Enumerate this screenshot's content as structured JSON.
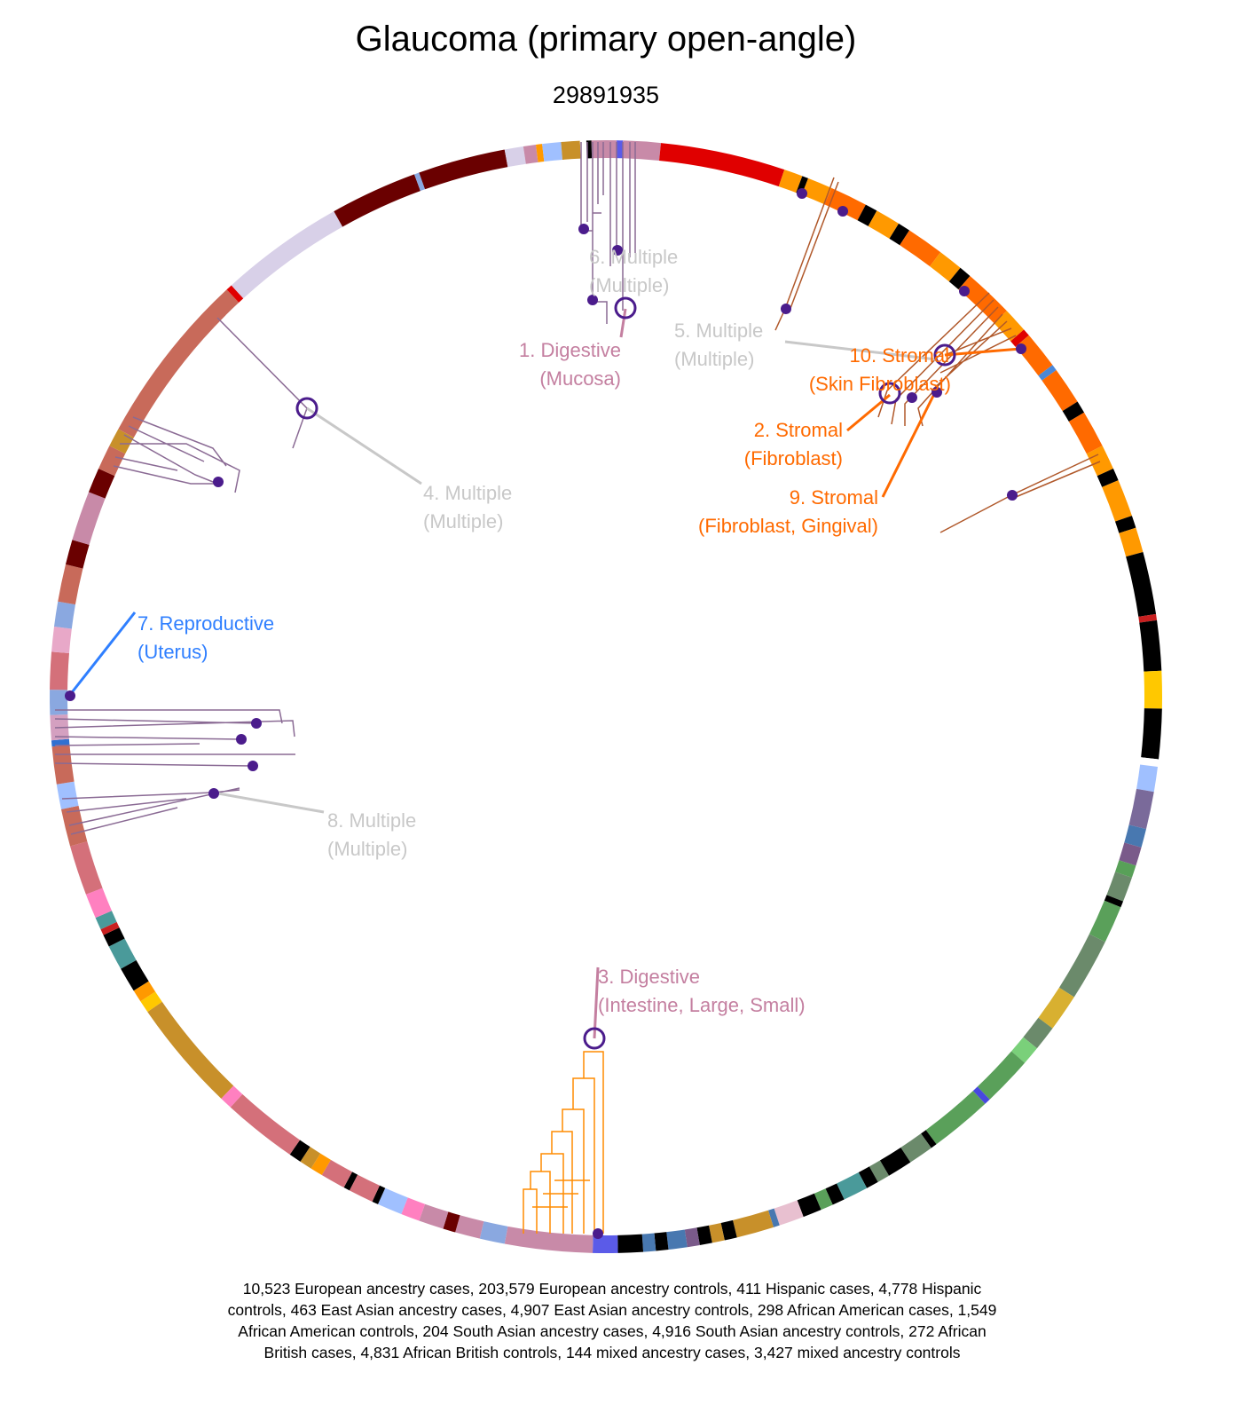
{
  "title": "Glaucoma (primary open-angle)",
  "subtitle": "29891935",
  "footer": "10,523 European ancestry cases, 203,579 European ancestry controls, 411 Hispanic cases, 4,778 Hispanic controls, 463 East Asian ancestry cases, 4,907 East Asian ancestry controls, 298 African American cases, 1,549 African American controls, 204 South Asian ancestry cases, 4,916 South Asian ancestry controls, 272 African British cases, 4,831 African British controls, 144 mixed ancestry cases, 3,427 mixed ancestry controls",
  "colors": {
    "dendro_purple": "#8a6a94",
    "dendro_orange": "#ff8c00",
    "dendro_brown": "#b0582a",
    "node": "#4b1c8c",
    "label_gray": "#c8c8c8",
    "digestive": "#c47fa0",
    "stromal": "#ff6a00",
    "reproductive": "#2f7fff"
  },
  "clusters": [
    {
      "line1": "1. Digestive",
      "line2": "(Mucosa)",
      "color": "#c47fa0"
    },
    {
      "line1": "2. Stromal",
      "line2": "(Fibroblast)",
      "color": "#ff6a00"
    },
    {
      "line1": "3. Digestive",
      "line2": "(Intestine, Large, Small)",
      "color": "#c47fa0"
    },
    {
      "line1": "4. Multiple",
      "line2": "(Multiple)",
      "color": "#c8c8c8"
    },
    {
      "line1": "5. Multiple",
      "line2": "(Multiple)",
      "color": "#c8c8c8"
    },
    {
      "line1": "6. Multiple",
      "line2": "(Multiple)",
      "color": "#c8c8c8"
    },
    {
      "line1": "7. Reproductive",
      "line2": "(Uterus)",
      "color": "#2f7fff"
    },
    {
      "line1": "8. Multiple",
      "line2": "(Multiple)",
      "color": "#c8c8c8"
    },
    {
      "line1": "9. Stromal",
      "line2": "(Fibroblast, Gingival)",
      "color": "#ff6a00"
    },
    {
      "line1": "10. Stromal",
      "line2": "(Skin Fibroblast)",
      "color": "#ff6a00"
    }
  ],
  "ring": [
    [
      "#c88aa8",
      2
    ],
    [
      "#5b5be8",
      0.5
    ],
    [
      "#c88aa8",
      3
    ],
    [
      "#e00000",
      10
    ],
    [
      "#ff9900",
      1.5
    ],
    [
      "#000000",
      0.5
    ],
    [
      "#ff9900",
      2
    ],
    [
      "#ff6a00",
      3
    ],
    [
      "#000000",
      1
    ],
    [
      "#ff9900",
      2
    ],
    [
      "#000000",
      1
    ],
    [
      "#ff6a00",
      3
    ],
    [
      "#ff9900",
      2
    ],
    [
      "#000000",
      1
    ],
    [
      "#ff6a00",
      4
    ],
    [
      "#ff9900",
      2
    ],
    [
      "#e00000",
      0.6
    ],
    [
      "#ff6a00",
      3
    ],
    [
      "#4b88d8",
      0.5
    ],
    [
      "#ff6a00",
      3
    ],
    [
      "#000000",
      1
    ],
    [
      "#ff6a00",
      3
    ],
    [
      "#ff9900",
      2
    ],
    [
      "#000000",
      1
    ],
    [
      "#ff9900",
      3
    ],
    [
      "#000000",
      1
    ],
    [
      "#ff9900",
      2
    ],
    [
      "#000000",
      5
    ],
    [
      "#c82020",
      0.5
    ],
    [
      "#000000",
      4
    ],
    [
      "#ffc800",
      3
    ],
    [
      "#000000",
      4
    ],
    [
      "#ffffff",
      0.6
    ],
    [
      "#a0c0ff",
      2
    ],
    [
      "#7a6a9a",
      3
    ],
    [
      "#4878b0",
      1.5
    ],
    [
      "#7a5a8a",
      1.5
    ],
    [
      "#58a058",
      1
    ],
    [
      "#6b8a6b",
      2
    ],
    [
      "#000000",
      0.5
    ],
    [
      "#5aa05a",
      3
    ],
    [
      "#6b8a6b",
      5
    ],
    [
      "#d8b030",
      3
    ],
    [
      "#6b8a6b",
      2
    ],
    [
      "#7ad07a",
      1.5
    ],
    [
      "#5aa05a",
      4
    ],
    [
      "#4848e0",
      0.5
    ],
    [
      "#5aa05a",
      5
    ],
    [
      "#000000",
      0.5
    ],
    [
      "#6b8a6b",
      2
    ],
    [
      "#000000",
      2
    ],
    [
      "#6b8a6b",
      1
    ],
    [
      "#000000",
      1
    ],
    [
      "#4a9a9a",
      2
    ],
    [
      "#000000",
      1
    ],
    [
      "#5aa05a",
      1
    ],
    [
      "#000000",
      1.5
    ],
    [
      "#e8c0d0",
      2
    ],
    [
      "#4878b0",
      0.5
    ],
    [
      "#c8902a",
      3
    ],
    [
      "#000000",
      1
    ],
    [
      "#c8902a",
      1
    ],
    [
      "#000000",
      1
    ],
    [
      "#7a5a8a",
      1
    ],
    [
      "#4878b0",
      1.5
    ],
    [
      "#000000",
      1
    ],
    [
      "#4878b0",
      1
    ],
    [
      "#000000",
      2
    ],
    [
      "#5b5be8",
      2
    ],
    [
      "#c88aa8",
      7
    ],
    [
      "#8aa8e0",
      2
    ],
    [
      "#c88aa8",
      2
    ],
    [
      "#6a0000",
      1
    ],
    [
      "#c88aa8",
      2
    ],
    [
      "#ff80c0",
      1.5
    ],
    [
      "#a0c0ff",
      2
    ],
    [
      "#000000",
      0.5
    ],
    [
      "#d4707a",
      2
    ],
    [
      "#000000",
      0.5
    ],
    [
      "#d4707a",
      2
    ],
    [
      "#ff9900",
      1
    ],
    [
      "#c8902a",
      1
    ],
    [
      "#000000",
      1
    ],
    [
      "#d4707a",
      6
    ],
    [
      "#ff80c0",
      1
    ],
    [
      "#c8902a",
      9
    ],
    [
      "#ffc800",
      1
    ],
    [
      "#ff9900",
      1
    ],
    [
      "#000000",
      2
    ],
    [
      "#4a9a9a",
      2
    ],
    [
      "#000000",
      1
    ],
    [
      "#c82020",
      0.5
    ],
    [
      "#4a9a9a",
      1
    ],
    [
      "#ff80c0",
      2
    ],
    [
      "#d4707a",
      4
    ],
    [
      "#c86a5a",
      3
    ],
    [
      "#a0c0ff",
      2
    ],
    [
      "#c86a5a",
      3
    ],
    [
      "#3070d0",
      0.5
    ],
    [
      "#d4a0c0",
      2
    ],
    [
      "#8aa8e0",
      2
    ],
    [
      "#d4707a",
      3
    ],
    [
      "#e8a8c8",
      2
    ],
    [
      "#8aa8e0",
      2
    ],
    [
      "#c86a5a",
      3
    ],
    [
      "#6a0000",
      2
    ],
    [
      "#c88aa8",
      4
    ],
    [
      "#6a0000",
      2
    ],
    [
      "#c86a5a",
      2
    ],
    [
      "#c8902a",
      1.5
    ],
    [
      "#c86a5a",
      14
    ],
    [
      "#e00000",
      0.5
    ],
    [
      "#d8d0e8",
      10
    ],
    [
      "#6a0000",
      7
    ],
    [
      "#8aa8e0",
      0.4
    ],
    [
      "#6a0000",
      7
    ],
    [
      "#d8d0e8",
      1.5
    ],
    [
      "#c88aa8",
      1
    ],
    [
      "#ff9900",
      0.5
    ],
    [
      "#a0c0ff",
      1.5
    ],
    [
      "#c8902a",
      1.5
    ],
    [
      "#ffffff",
      0.5
    ],
    [
      "#000000",
      0.4
    ]
  ]
}
